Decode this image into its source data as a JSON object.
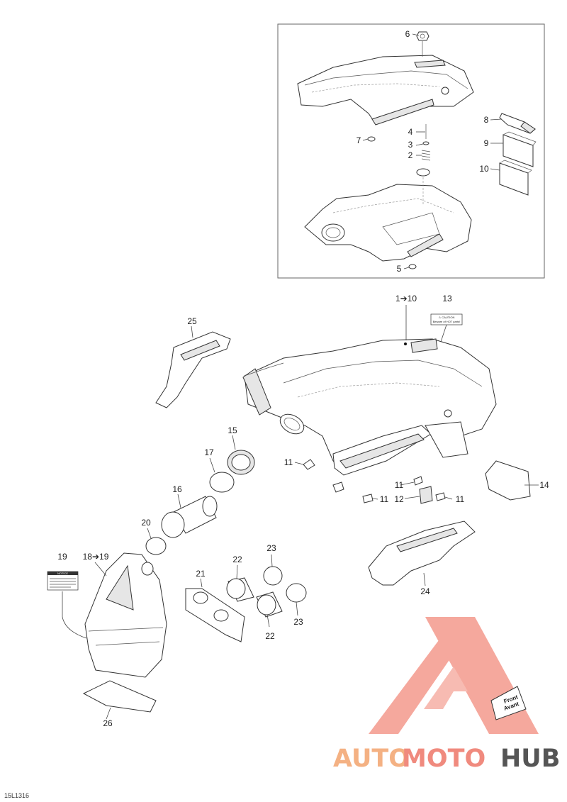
{
  "diagram": {
    "code": "15L1316",
    "callouts": {
      "p1_10": "1➔10",
      "p2": "2",
      "p3": "3",
      "p4": "4",
      "p5": "5",
      "p6": "6",
      "p7": "7",
      "p8": "8",
      "p9": "9",
      "p10": "10",
      "p11": "11",
      "p12": "12",
      "p13": "13",
      "p14": "14",
      "p15": "15",
      "p16": "16",
      "p17": "17",
      "p18_19": "18➔19",
      "p19": "19",
      "p20": "20",
      "p21": "21",
      "p22": "22",
      "p23": "23",
      "p24": "24",
      "p25": "25",
      "p26": "26"
    },
    "label_13": {
      "title": "⚠ CAUTION",
      "body": "Beware of HOT parts!"
    },
    "label_19": {
      "title": "NOTICE"
    },
    "front_badge": {
      "line1": "Front",
      "line2": "Avant"
    }
  },
  "watermark": {
    "part1": "AUTO",
    "part2": "MOTO",
    "part3": "HUB",
    "colors": {
      "auto": "#f4b183",
      "moto": "#f08a7e",
      "hub": "#555555",
      "triangle": "#f4998c"
    }
  }
}
